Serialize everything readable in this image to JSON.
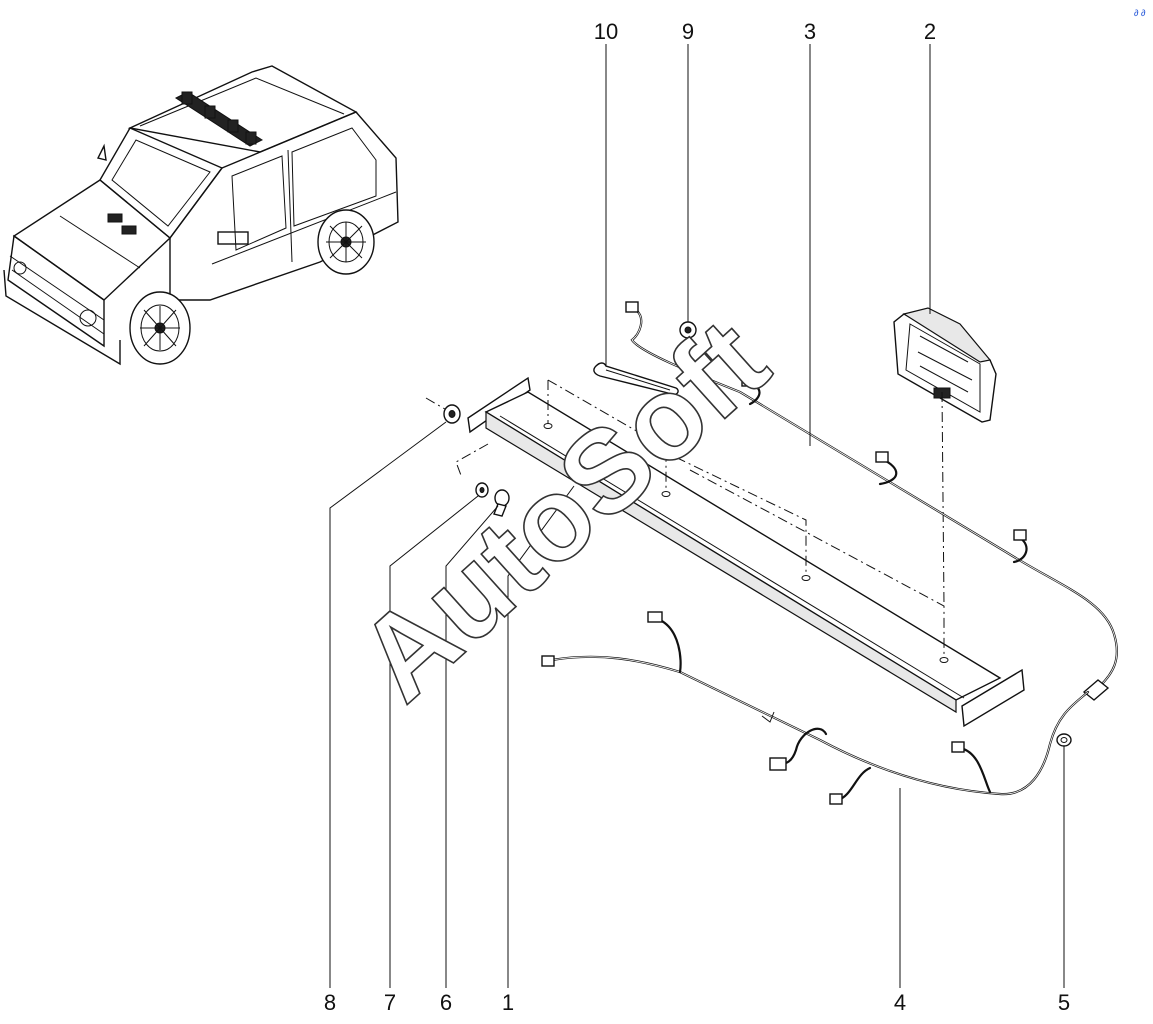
{
  "callouts": {
    "c1": "1",
    "c2": "2",
    "c3": "3",
    "c4": "4",
    "c5": "5",
    "c6": "6",
    "c7": "7",
    "c8": "8",
    "c9": "9",
    "c10": "10"
  },
  "watermark": "AutoSoft",
  "corner_mark": "∂ ∂"
}
